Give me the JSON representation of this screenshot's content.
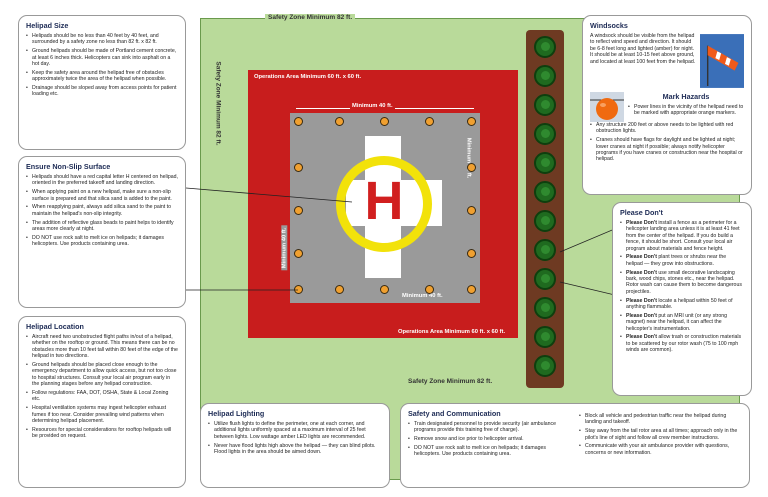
{
  "zone": {
    "top_label": "Safety Zone Minimum 82 ft.",
    "bottom_label": "Safety Zone Minimum 82 ft.",
    "left_label": "Safety Zone Minimum 82 ft."
  },
  "ops": {
    "top_label": "Operations Area Minimum 60 ft. x 60 ft.",
    "bottom_label": "Operations Area Minimum 60 ft. x 60 ft."
  },
  "pad": {
    "top_label": "Minimum 40 ft.",
    "right_label": "Minimum 40 ft.",
    "left_label": "Minimum 40 ft.",
    "bottom_label": "Minimum 40 ft.",
    "letter": "H"
  },
  "helipad_size": {
    "title": "Helipad Size",
    "items": [
      "Helipads should be no less than 40 feet by 40 feet, and surrounded by a safety zone no less than 82 ft. x 82 ft.",
      "Ground helipads should be made of Portland cement concrete, at least 6 inches thick. Helicopters can sink into asphalt on a hot day.",
      "Keep the safety area around the helipad free of obstacles approximately twice the area of the helipad when possible.",
      "Drainage should be sloped away from access points for patient loading etc."
    ]
  },
  "non_slip": {
    "title": "Ensure Non-Slip Surface",
    "items": [
      "Helipads should have a red capital letter H centered on helipad, oriented in the preferred takeoff and landing direction.",
      "When applying paint on a new helipad, make sure a non-slip surface is prepared and that silica sand is added to the paint.",
      "When reapplying paint, always add silica sand to the paint to maintain the helipad's non-slip integrity.",
      "The addition of reflective glass beads to paint helps to identify areas more clearly at night.",
      "DO NOT use rock salt to melt ice on helipads; it damages helicopters. Use products containing urea."
    ]
  },
  "location": {
    "title": "Helipad Location",
    "items": [
      "Aircraft need two unobstructed flight paths in/out of a helipad, whether on the rooftop or ground. This means there can be no obstacles more than 10 feet tall within 80 feet of the edge of the helipad in two directions.",
      "Ground helipads should be placed close enough to the emergency department to allow quick access, but not too close to hospital structures. Consult your local air program early in the planning stages before any helipad construction.",
      "Follow regulations: FAA, DOT, OSHA, State & Local Zoning etc.",
      "Hospital ventilation systems may ingest helicopter exhaust fumes if too near. Consider prevailing wind patterns when determining helipad placement.",
      "Resources for special considerations for rooftop helipads will be provided on request."
    ]
  },
  "lighting": {
    "title": "Helipad Lighting",
    "items": [
      "Utilize flush lights to define the perimeter, one at each corner, and additional lights uniformly spaced at a maximum interval of 25 feet between lights. Low wattage amber LED lights are recommended.",
      "Never have flood lights high above the helipad — they can blind pilots. Flood lights in the area should be aimed down."
    ]
  },
  "safety": {
    "title": "Safety and Communication",
    "left_items": [
      "Train designated personnel to provide security (air ambulance programs provide this training free of charge).",
      "Remove snow and ice prior to helicopter arrival.",
      "DO NOT use rock salt to melt ice on helipads; it damages helicopters. Use products containing urea."
    ],
    "right_items": [
      "Block all vehicle and pedestrian traffic near the helipad during landing and takeoff.",
      "Stay away from the tail rotor area at all times; approach only in the pilot's line of sight and follow all crew member instructions.",
      "Communicate with your air ambulance provider with questions, concerns or new information."
    ]
  },
  "windsocks": {
    "title": "Windsocks",
    "text": "A windsock should be visible from the helipad to reflect wind speed and direction. It should be 6-8 feet long and lighted (amber) for night. It should be at least 10-15 feet above ground, and located at least 100 feet from the helipad."
  },
  "hazards": {
    "title": "Mark Hazards",
    "intro": "Power lines in the vicinity of the helipad need to be marked with appropriate orange markers.",
    "items": [
      "Any structure 200 feet or above needs to be lighted with red obstruction lights.",
      "Cranes should have flags for daylight and be lighted at night; lower cranes at night if possible; always notify helicopter programs if you have cranes or construction near the hospital or helipad."
    ]
  },
  "dont": {
    "title": "Please Don't",
    "prefix": "Please Don't",
    "items": [
      "install a fence as a perimeter for a helicopter landing area unless it is at least 41 feet from the center of the helipad. If you do build a fence, it should be short. Consult your local air program about materials and fence height.",
      "plant trees or shrubs near the helipad — they grow into obstructions.",
      "use small decorative landscaping bark, wood chips, stones etc., near the helipad. Rotor wash can cause them to become dangerous projectiles.",
      "locate a helipad within 50 feet of anything flammable.",
      "put an MRI unit (or any strong magnet) near the helipad, it can affect the helicopter's instrumentation.",
      "allow trash or construction materials to be scattered by our rotor wash (75 to 100 mph winds are common)."
    ]
  },
  "colors": {
    "safety_zone": "#b9da9a",
    "operations_area": "#c81d1d",
    "helipad": "#9a9a9a",
    "ring": "#f2e20a",
    "letter": "#d11f1f",
    "trees": "#1f6a1f",
    "title_text": "#1d2b55"
  }
}
